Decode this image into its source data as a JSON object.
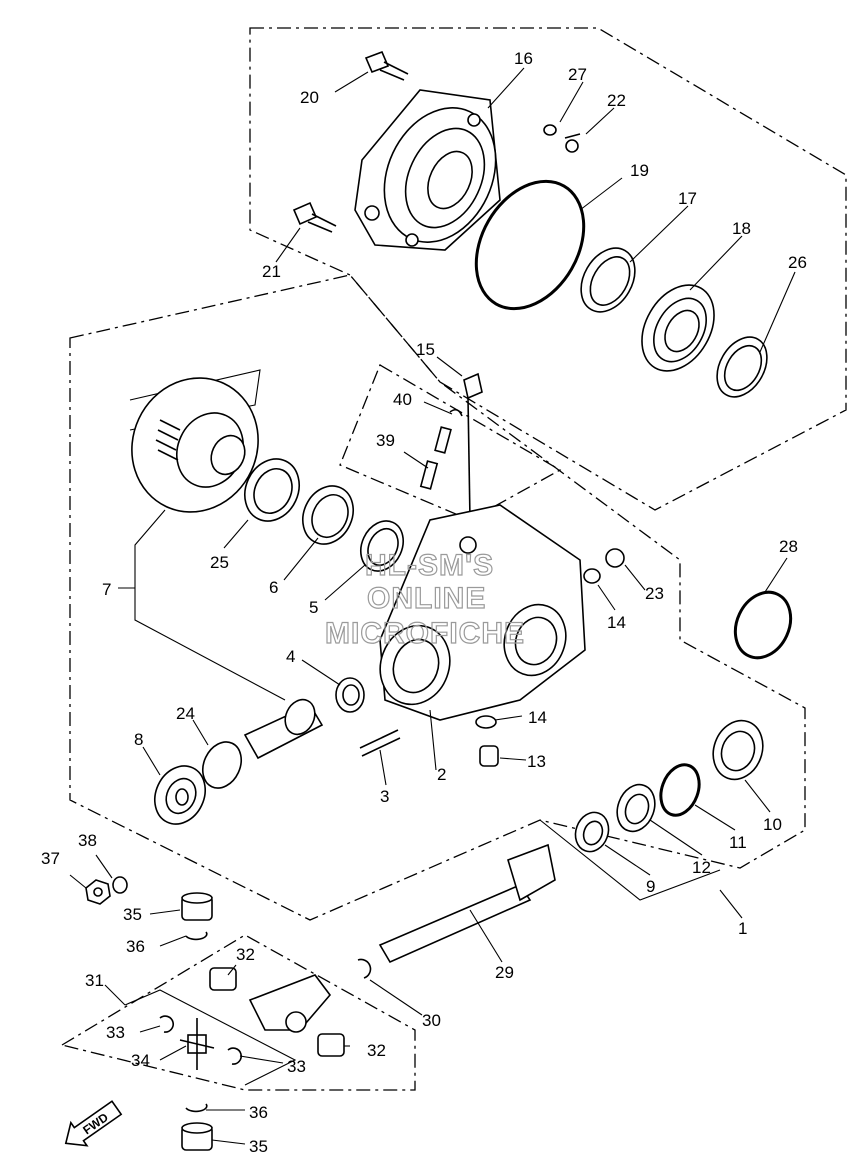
{
  "watermark": {
    "line1": "HL-SM'S",
    "line2": "ONLINE",
    "line3": "MICROFICHE"
  },
  "direction_marker": {
    "text": "FWD",
    "icon": "fwd-arrow-icon"
  },
  "callouts": [
    "1",
    "2",
    "3",
    "4",
    "5",
    "6",
    "7",
    "8",
    "9",
    "10",
    "11",
    "12",
    "13",
    "14",
    "14",
    "15",
    "16",
    "17",
    "18",
    "19",
    "20",
    "21",
    "22",
    "23",
    "24",
    "25",
    "26",
    "27",
    "28",
    "29",
    "30",
    "31",
    "32",
    "32",
    "33",
    "33",
    "34",
    "35",
    "35",
    "36",
    "36",
    "37",
    "38",
    "39",
    "40"
  ]
}
